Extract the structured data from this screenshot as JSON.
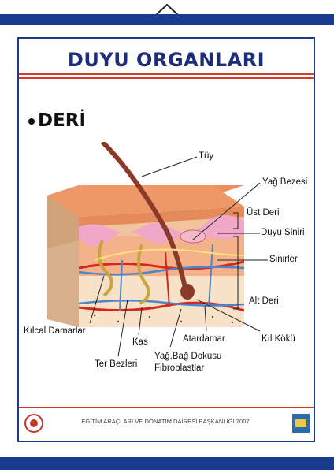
{
  "title": "DUYU ORGANLARI",
  "section": "DERİ",
  "labels": {
    "tuy": "Tüy",
    "yag_bezesi": "Yağ Bezesi",
    "ust_deri": "Üst Deri",
    "duyu_siniri": "Duyu Siniri",
    "sinirler": "Sinirler",
    "alt_deri": "Alt Deri",
    "kil_koku": "Kıl Kökü",
    "atardamar": "Atardamar",
    "yag_bag_dokusu": "Yağ,Bağ Dokusu",
    "fibroblastlar": "Fibroblastlar",
    "kas": "Kas",
    "ter_bezleri": "Ter Bezleri",
    "kilcal_damarlar": "Kılcal Damarlar"
  },
  "footer": "EĞİTİM ARAÇLARI  VE DONATIM DAİRESİ BAŞKANLIĞI  2007",
  "colors": {
    "frame": "#1c3b8e",
    "title": "#1d2d7a",
    "rule": "#d83a2b"
  }
}
